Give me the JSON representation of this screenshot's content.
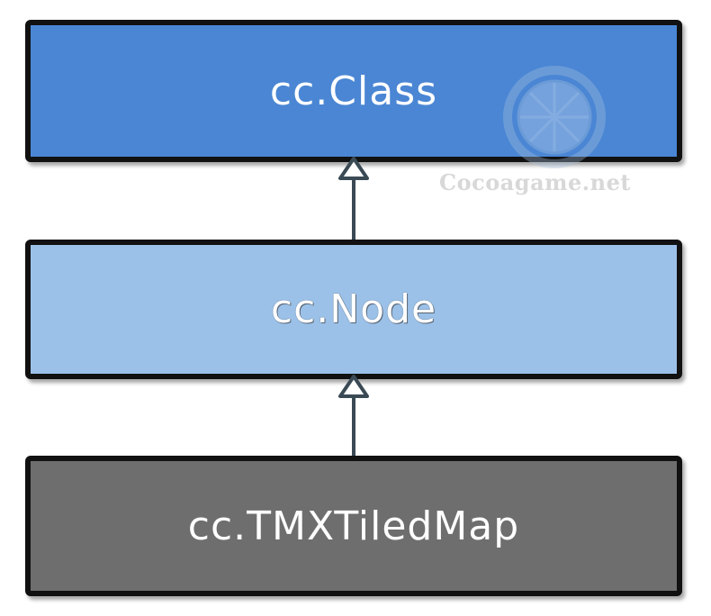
{
  "diagram": {
    "nodes": [
      {
        "id": "class",
        "label": "cc.Class",
        "fill": "#4a86d4"
      },
      {
        "id": "node",
        "label": "cc.Node",
        "fill": "#9cc1e8"
      },
      {
        "id": "tmx",
        "label": "cc.TMXTiledMap",
        "fill": "#6e6e6e"
      }
    ],
    "edges": [
      {
        "from": "node",
        "to": "class",
        "type": "inheritance"
      },
      {
        "from": "tmx",
        "to": "node",
        "type": "inheritance"
      }
    ],
    "watermark": "Cocoagame.net",
    "colors": {
      "border": "#111111",
      "arrow": "#3a4a55"
    }
  }
}
